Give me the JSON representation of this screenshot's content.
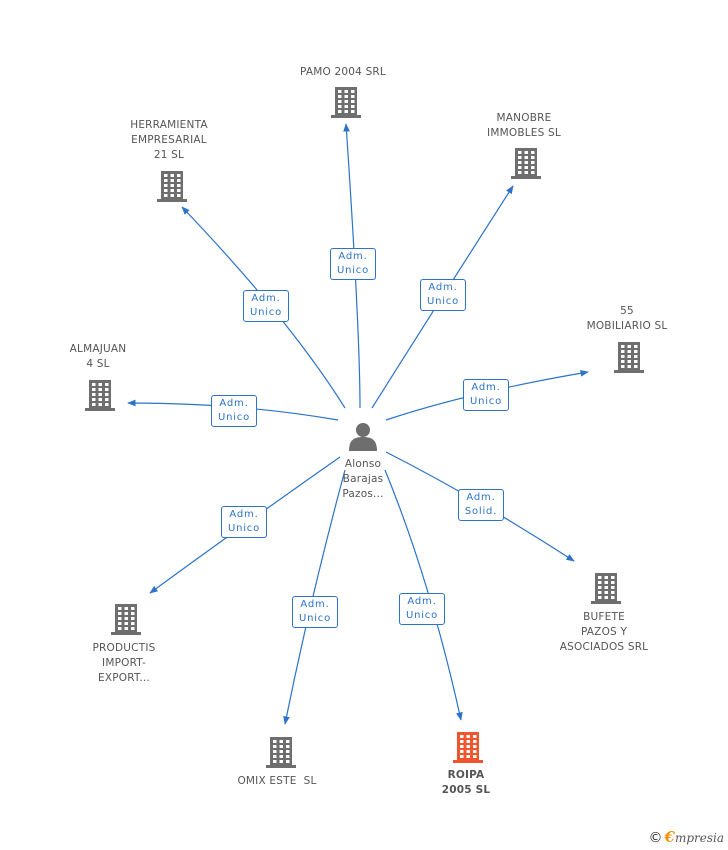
{
  "colors": {
    "edge": "#2c73c9",
    "building": "#6e6e6e",
    "building_highlight": "#f0552e",
    "person": "#6e6e6e"
  },
  "center": {
    "label": "Alonso\nBarajas\nPazos...",
    "icon": "person-icon"
  },
  "companies": [
    {
      "id": "pamo",
      "label": "PAMO 2004 SRL",
      "role": "Adm.\nUnico",
      "highlight": false
    },
    {
      "id": "herramienta",
      "label": "HERRAMIENTA\nEMPRESARIAL\n21 SL",
      "role": "Adm.\nUnico",
      "highlight": false
    },
    {
      "id": "manobre",
      "label": "MANOBRE\nIMMOBLES SL",
      "role": "Adm.\nUnico",
      "highlight": false
    },
    {
      "id": "almajuan",
      "label": "ALMAJUAN\n4 SL",
      "role": "Adm.\nUnico",
      "highlight": false
    },
    {
      "id": "mobiliario",
      "label": "55\nMOBILIARIO SL",
      "role": "Adm.\nUnico",
      "highlight": false
    },
    {
      "id": "productis",
      "label": "PRODUCTIS\nIMPORT-\nEXPORT...",
      "role": "Adm.\nUnico",
      "highlight": false
    },
    {
      "id": "bufete",
      "label": "BUFETE\nPAZOS Y\nASOCIADOS SRL",
      "role": "Adm.\nSolid.",
      "highlight": false
    },
    {
      "id": "omix",
      "label": "OMIX ESTE  SL",
      "role": "Adm.\nUnico",
      "highlight": false
    },
    {
      "id": "roipa",
      "label": "ROIPA\n2005 SL",
      "role": "Adm.\nUnico",
      "highlight": true
    }
  ],
  "footer": {
    "symbol": "©",
    "brand_initial": "€",
    "brand_rest": "mpresia"
  }
}
